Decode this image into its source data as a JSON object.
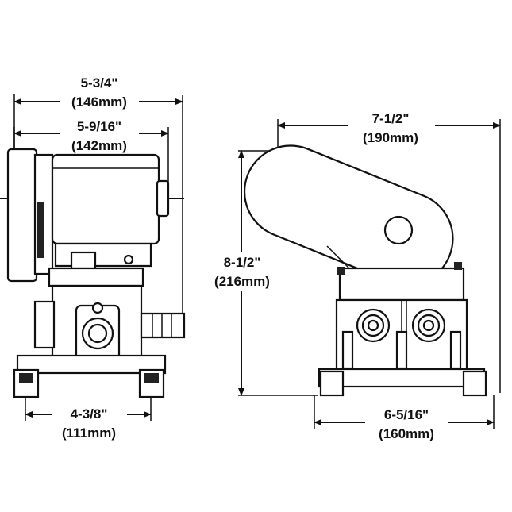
{
  "colors": {
    "ink": "#111111",
    "background": "#ffffff"
  },
  "left_view": {
    "overall_width": {
      "imperial": "5-3/4\"",
      "metric": "(146mm)"
    },
    "motor_width": {
      "imperial": "5-9/16\"",
      "metric": "(142mm)"
    },
    "base_width": {
      "imperial": "4-3/8\"",
      "metric": "(111mm)"
    }
  },
  "right_view": {
    "overall_width": {
      "imperial": "7-1/2\"",
      "metric": "(190mm)"
    },
    "height": {
      "imperial": "8-1/2\"",
      "metric": "(216mm)"
    },
    "base_width": {
      "imperial": "6-5/16\"",
      "metric": "(160mm)"
    }
  }
}
